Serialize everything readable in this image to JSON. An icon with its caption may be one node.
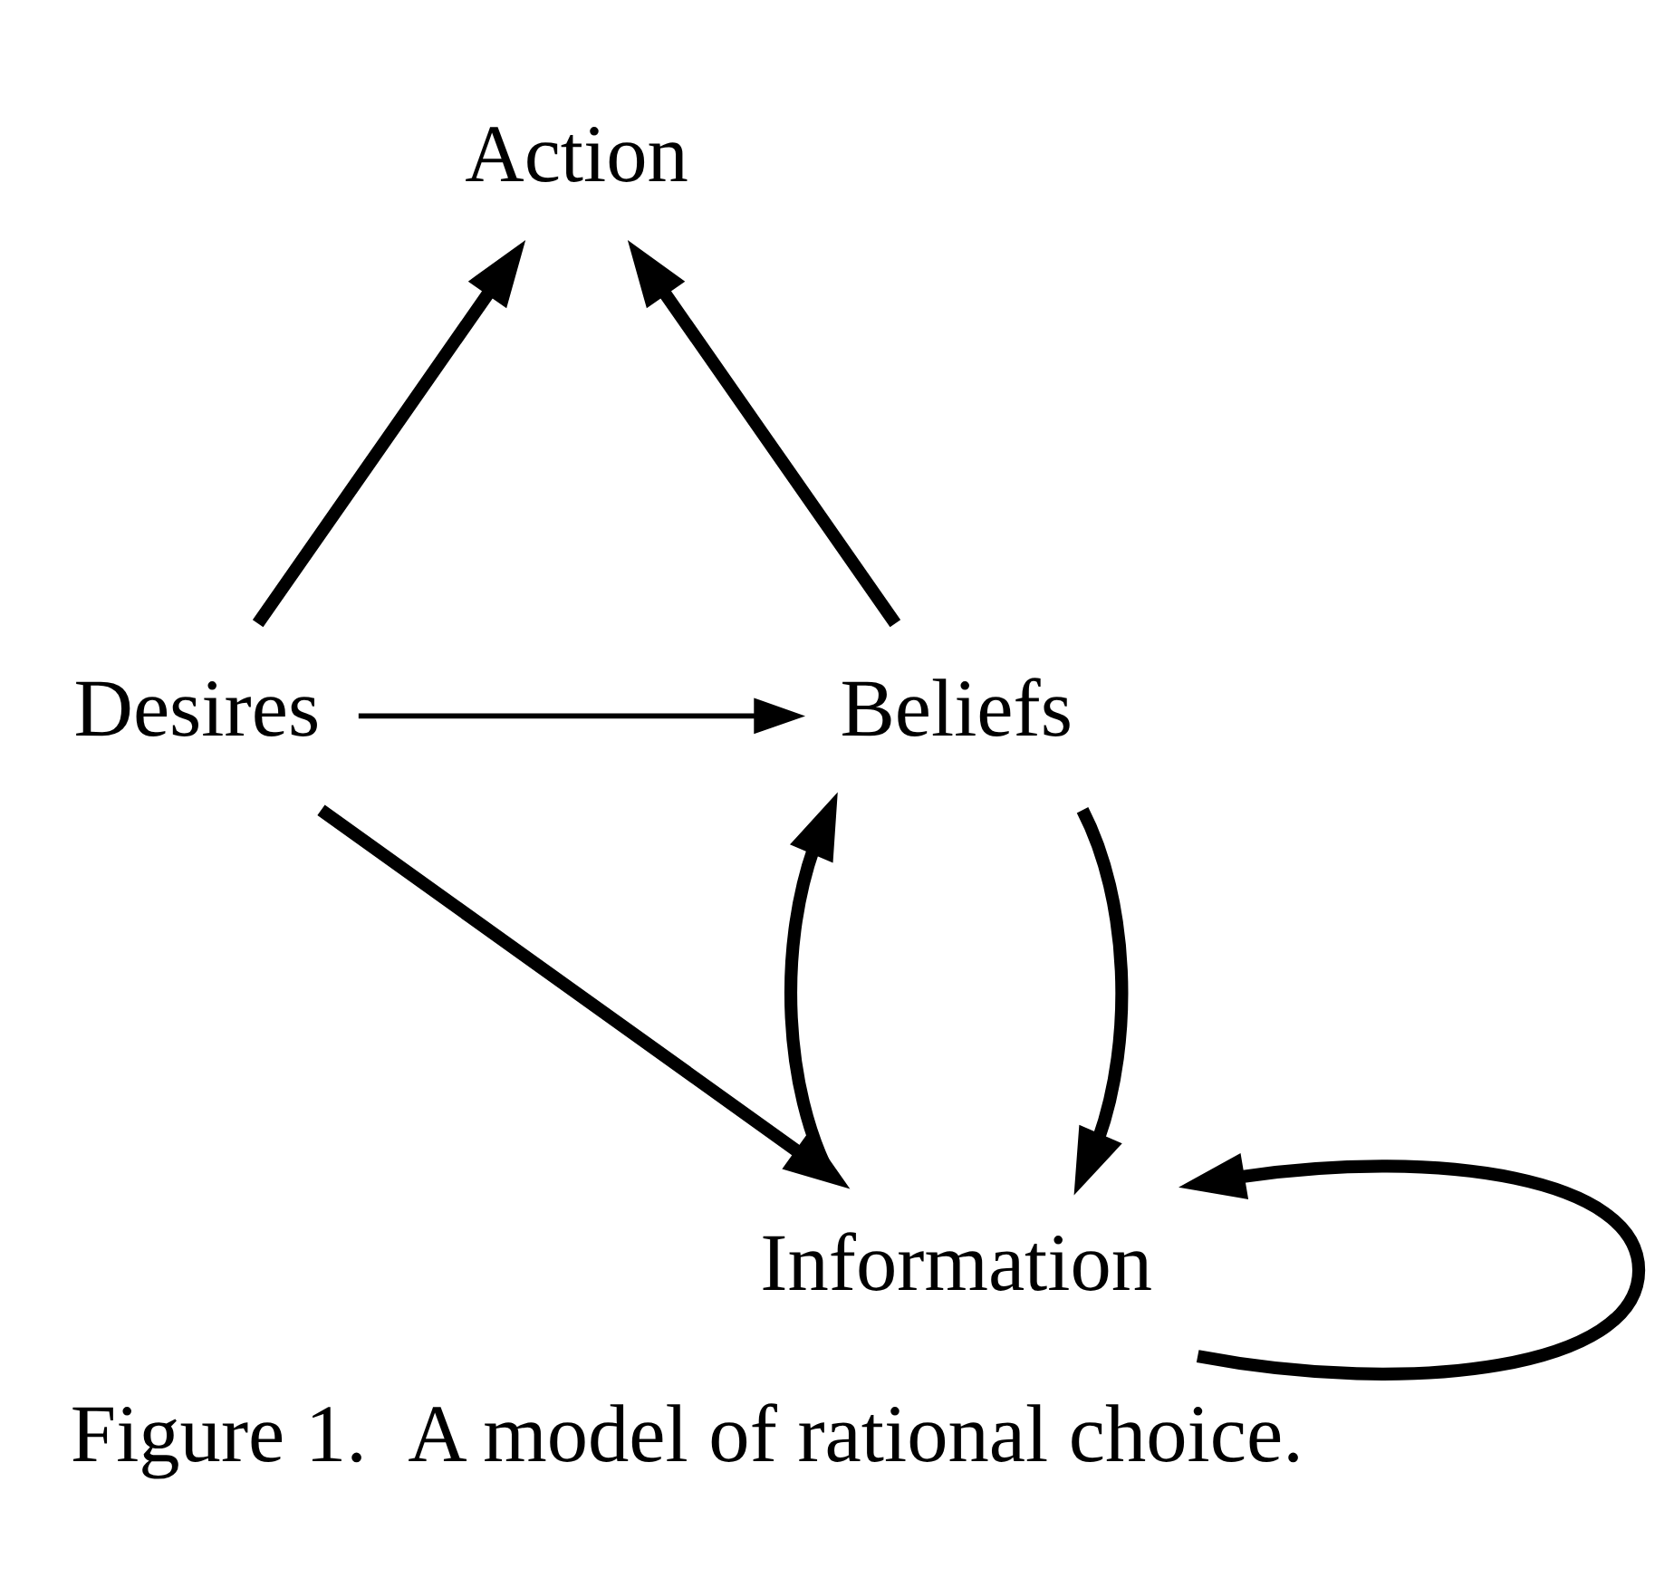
{
  "diagram": {
    "caption": "Figure 1.  A model of rational choice.",
    "nodes": [
      {
        "text": [
          "Action"
        ]
      },
      {
        "text": [
          "Desires"
        ]
      },
      {
        "text": [
          "Beliefs"
        ]
      },
      {
        "text": [
          "Information"
        ]
      }
    ],
    "edges": [
      {
        "from": 1,
        "to": 0,
        "arrow": "to"
      },
      {
        "from": 2,
        "to": 0,
        "arrow": "to"
      },
      {
        "from": 1,
        "to": 2,
        "arrow": "to"
      },
      {
        "from": 1,
        "to": 3,
        "arrow": "to"
      },
      {
        "from": 3,
        "to": 2,
        "arrow": "to"
      },
      {
        "from": 2,
        "to": 3,
        "arrow": "to"
      },
      {
        "from": 3,
        "to": 3,
        "arrow": "to"
      }
    ]
  }
}
